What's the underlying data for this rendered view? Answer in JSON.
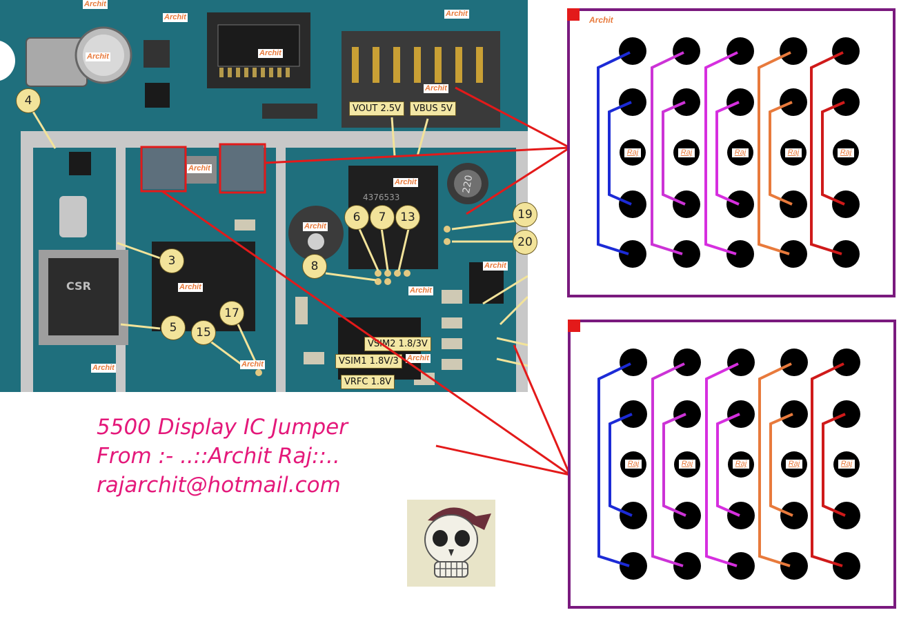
{
  "watermark": "Archit",
  "badges": [
    "4",
    "3",
    "5",
    "15",
    "17",
    "6",
    "7",
    "13",
    "8",
    "19",
    "20"
  ],
  "voltage_labels": {
    "vout": "VOUT 2.5V",
    "vbus": "VBUS 5V",
    "vsim2": "VSIM2 1.8/3V",
    "vsim1": "VSIM1 1.8V/3",
    "vrfc": "VRFC 1.8V"
  },
  "chip_markings": {
    "main_ic": "4376533",
    "inductor": "220",
    "csr": "CSR"
  },
  "title": {
    "line1": "5500 Display IC Jumper",
    "line2": "From :- ..::Archit Raj::..",
    "line3": "rajarchit@hotmail.com"
  },
  "panels": {
    "top_watermark": "Archit",
    "mid_label": "Raj"
  },
  "colors": {
    "title": "#e4187a",
    "pointer": "#e31a1a",
    "panel_border": "#7a1a7e",
    "jumper_blue": "#1c2bd6",
    "jumper_magenta_1": "#cc33d6",
    "jumper_magenta_2": "#d62fdf",
    "jumper_orange": "#e87a3c",
    "jumper_red": "#cf1a1a",
    "pcb": "#1d6f7c"
  }
}
